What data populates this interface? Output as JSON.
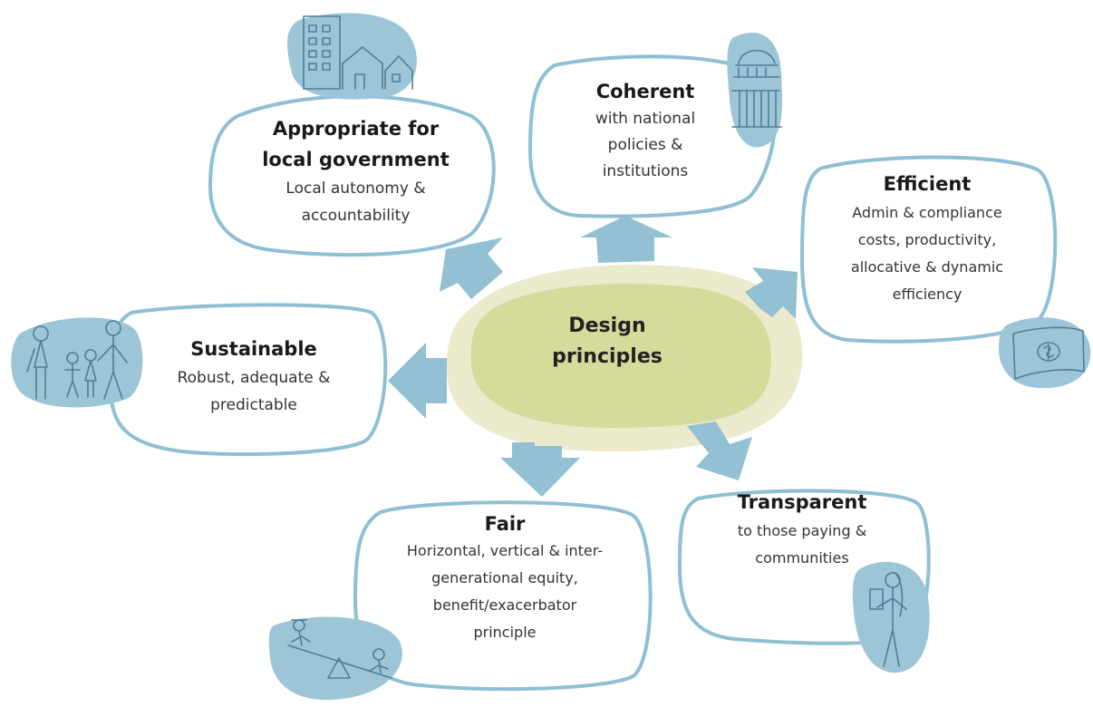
{
  "center": {
    "line1": "Design",
    "line2": "principles"
  },
  "principles": [
    {
      "id": "appropriate",
      "title_line1": "Appropriate for",
      "title_line2": "local government",
      "desc_line1": "Local autonomy &",
      "desc_line2": "accountability",
      "icon": "buildings-icon"
    },
    {
      "id": "coherent",
      "title": "Coherent",
      "desc_line1": "with national",
      "desc_line2": "policies &",
      "desc_line3": "institutions",
      "icon": "parliament-building-icon"
    },
    {
      "id": "efficient",
      "title": "Efficient",
      "desc_line1": "Admin & compliance",
      "desc_line2": "costs, productivity,",
      "desc_line3": "allocative & dynamic",
      "desc_line4": "efficiency",
      "icon": "banknote-icon"
    },
    {
      "id": "sustainable",
      "title": "Sustainable",
      "desc_line1": "Robust, adequate &",
      "desc_line2": "predictable",
      "icon": "family-icon"
    },
    {
      "id": "fair",
      "title": "Fair",
      "desc_line1": "Horizontal, vertical & inter-",
      "desc_line2": "generational equity,",
      "desc_line3": "benefit/exacerbator",
      "desc_line4": "principle",
      "icon": "seesaw-icon"
    },
    {
      "id": "transparent",
      "title": "Transparent",
      "desc_line1": "to those paying &",
      "desc_line2": "communities",
      "icon": "person-clipboard-icon"
    }
  ],
  "colors": {
    "outline": "#8fbfd3",
    "arrow": "#93c0d2",
    "icon_bg": "#9cc5d7",
    "center_outer": "#ebeacc",
    "center_inner": "#d6da9a"
  }
}
